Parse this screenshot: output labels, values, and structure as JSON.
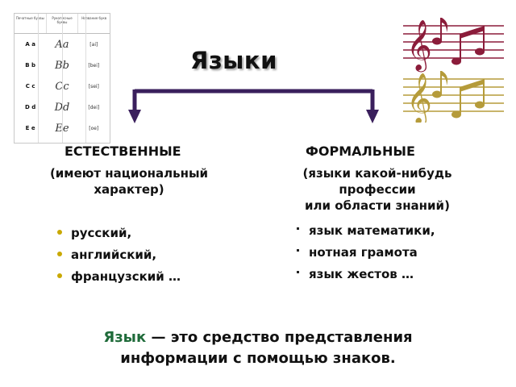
{
  "title": "Языки",
  "alphabet_table": {
    "headers": [
      "Печатные буквы",
      "Рукописные буквы",
      "Название букв"
    ],
    "rows": [
      {
        "print": "A a",
        "script": "Aa",
        "name": "[ai]"
      },
      {
        "print": "B b",
        "script": "Bb",
        "name": "[bei]"
      },
      {
        "print": "C c",
        "script": "Cc",
        "name": "[sei]"
      },
      {
        "print": "D d",
        "script": "Dd",
        "name": "[dei]"
      },
      {
        "print": "E e",
        "script": "Ee",
        "name": "[oe]"
      }
    ]
  },
  "natural": {
    "heading": "ЕСТЕСТВЕННЫЕ",
    "desc_line1": "(имеют национальный",
    "desc_line2": "характер)",
    "items": [
      "русский,",
      "английский,",
      "французский …"
    ]
  },
  "formal": {
    "heading": "ФОРМАЛЬНЫЕ",
    "desc_line1": "(языки какой-нибудь",
    "desc_line2": "профессии",
    "desc_line3": "или области знаний)",
    "items": [
      "язык математики,",
      "нотная грамота",
      "язык жестов …"
    ]
  },
  "footer": {
    "term": "Язык",
    "dash": "—",
    "line1_rest": "это средство представления",
    "line2": "информации с помощью знаков."
  },
  "colors": {
    "connector": "#3a1f5c",
    "term": "#1f6b3a",
    "bullet": "#c9a800",
    "staff_top": "#8b1c3a",
    "staff_bottom": "#b59b3a"
  },
  "icons": [
    "treble-clef-icon",
    "music-note-icon"
  ]
}
